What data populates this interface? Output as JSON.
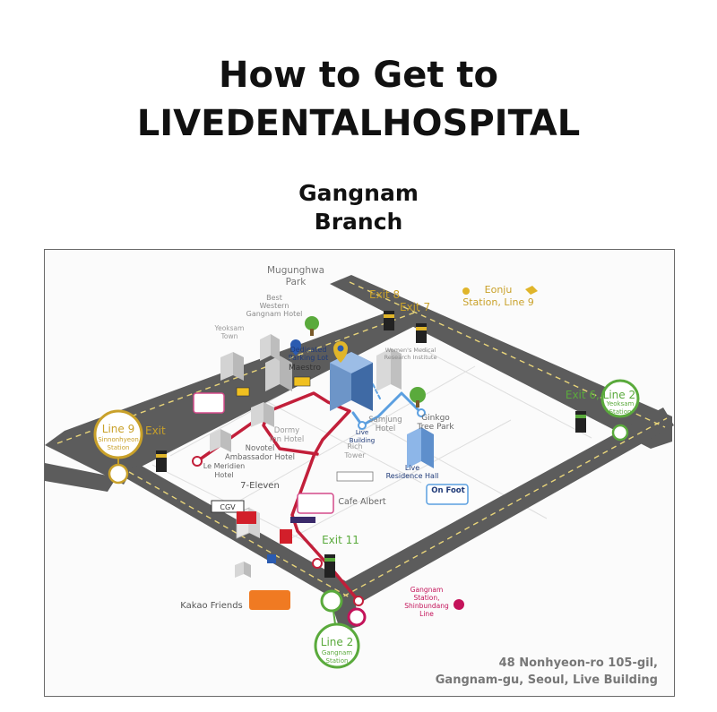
{
  "header": {
    "title_line1": "How to Get to",
    "title_line2": "LIVEDENTALHOSPITAL",
    "subtitle_line1": "Gangnam",
    "subtitle_line2": "Branch"
  },
  "map": {
    "address_line1": "48 Nonhyeon-ro 105-gil,",
    "address_line2": "Gangnam-gu, Seoul, Live Building",
    "labels": {
      "mugunghwa_1": "Mugunghwa",
      "mugunghwa_2": "Park",
      "exit8": "Exit 8",
      "exit7": "Exit 7",
      "eonju_1": "Eonju",
      "eonju_2": "Station, Line 9",
      "best_western_1": "Best",
      "best_western_2": "Western",
      "best_western_3": "Gangnam Hotel",
      "yeoksam_town_1": "Yeoksam",
      "yeoksam_town_2": "Town",
      "parking_1": "Dedicated",
      "parking_2": "Parking Lot",
      "maestro": "Maestro",
      "womens_1": "Women's Medical",
      "womens_2": "Research Institute",
      "exit6": "Exit 6, Line 2",
      "yeoksam_station_1": "Yeoksam",
      "yeoksam_station_2": "Station",
      "line9": "Line 9",
      "sinnonhyeon_1": "Sinnonhyeon",
      "sinnonhyeon_2": "Station",
      "exit_left": "Exit",
      "dormy_1": "Dormy",
      "dormy_2": "Inn Hotel",
      "samjung_1": "Samjung",
      "samjung_2": "Hotel",
      "ginkgo_1": "Ginkgo",
      "ginkgo_2": "Tree Park",
      "live_building_1": "Live",
      "live_building_2": "Building",
      "rich_tower_1": "Rich",
      "rich_tower_2": "Tower",
      "novotel_1": "Novotel",
      "novotel_2": "Ambassador Hotel",
      "lemeridien_1": "Le Meridien",
      "lemeridien_2": "Hotel",
      "live_residence_1": "Live",
      "live_residence_2": "Residence Hall",
      "on_foot": "On Foot",
      "seven_eleven": "7-Eleven",
      "cafe_albert": "Cafe Albert",
      "cgv": "CGV",
      "exit11": "Exit 11",
      "kakao": "Kakao Friends",
      "gangnam_sb_1": "Gangnam",
      "gangnam_sb_2": "Station,",
      "gangnam_sb_3": "Shinbundang",
      "gangnam_sb_4": "Line",
      "line2": "Line 2",
      "gangnam_station_1": "Gangnam",
      "gangnam_station_2": "Station"
    }
  },
  "colors": {
    "road": "#5c5c5c",
    "road_line": "#e9d57a",
    "red_route": "#c21f3a",
    "blue_route": "#5b9fe0",
    "exit_gold": "#c9a12a",
    "exit_green": "#5aaa3c",
    "label_gray": "#8a8a8a",
    "label_dark": "#444444",
    "navy": "#1f3a78",
    "magenta": "#c4135a"
  }
}
